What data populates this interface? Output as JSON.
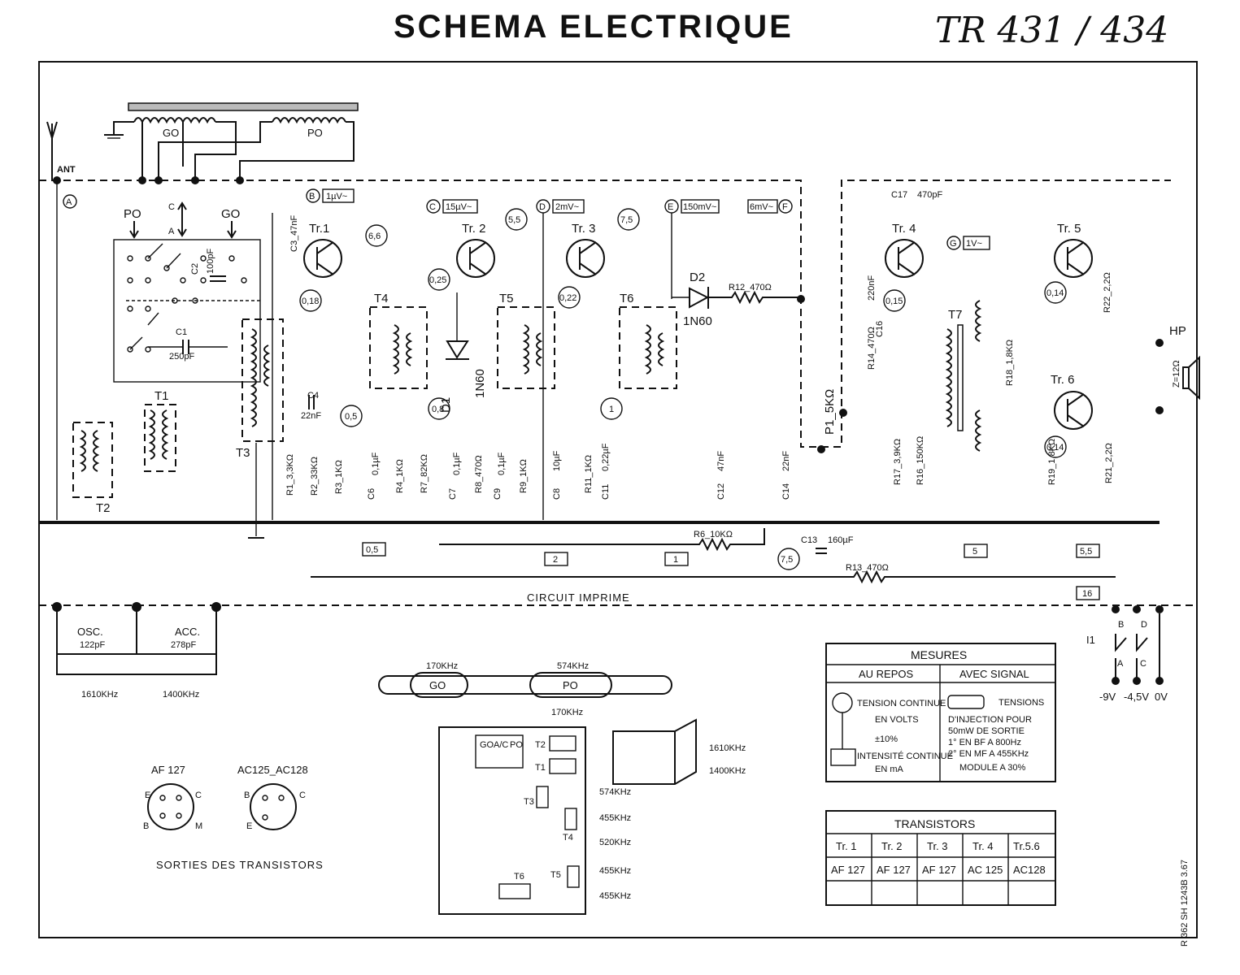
{
  "header": {
    "title": "SCHEMA ELECTRIQUE",
    "model": "TR 431 / 434"
  },
  "antenna": {
    "label": "ANT",
    "ground_label": "GO",
    "po_label": "PO"
  },
  "rod": {
    "go": "GO",
    "po": "PO"
  },
  "switch": {
    "po": "PO",
    "go": "GO",
    "c": "C",
    "a": "A"
  },
  "test_points": [
    {
      "id": "A",
      "label": ""
    },
    {
      "id": "B",
      "label": "1µV~"
    },
    {
      "id": "C",
      "label": "15µV~"
    },
    {
      "id": "D",
      "label": "2mV~"
    },
    {
      "id": "E",
      "label": "150mV~"
    },
    {
      "id": "F",
      "label": "6mV~"
    },
    {
      "id": "G",
      "label": "1V~"
    }
  ],
  "transistors_labels": [
    "Tr.1",
    "Tr. 2",
    "Tr. 3",
    "Tr. 4",
    "Tr. 5",
    "Tr. 6"
  ],
  "transformers": [
    "T1",
    "T2",
    "T3",
    "T4",
    "T5",
    "T6",
    "T7"
  ],
  "voltages_circled": [
    "6,6",
    "0,18",
    "0,5",
    "5,5",
    "0,25",
    "0,8",
    "7,5",
    "0,22",
    "1",
    "0,15",
    "0,14",
    "0,14",
    "7,5"
  ],
  "components": {
    "c1": "C1",
    "c1v": "250pF",
    "c2": "C2",
    "c2v": "100pF",
    "c3": "C3_47nF",
    "c4": "C4",
    "c4v": "22nF",
    "r1": "R1_3,3KΩ",
    "r2": "R2_33KΩ",
    "r3": "R3_1KΩ",
    "c6": "C6",
    "c6v": "0,1µF",
    "r4": "R4_1KΩ",
    "r7": "R7_82KΩ",
    "c7": "C7",
    "c7v": "0,1µF",
    "r8": "R8_470Ω",
    "c9": "C9",
    "c9v": "0,1µF",
    "r9": "R9_1KΩ",
    "c8": "C8",
    "c8v": "10µF",
    "r11": "R11_1KΩ",
    "c11": "C11",
    "c11v": "0,22µF",
    "d1": "D1",
    "d1v": "1N60",
    "d2": "D2",
    "d2v": "1N60",
    "r12": "R12_470Ω",
    "c12": "C12",
    "c12v": "47nF",
    "c14": "C14",
    "c14v": "22nF",
    "p1": "P1_5KΩ",
    "r14": "R14_470Ω",
    "c16": "C16",
    "c16v": "220nF",
    "c17": "C17",
    "c17v": "470pF",
    "r17": "R17_3,9KΩ",
    "r16": "R16_150KΩ",
    "r18": "R18_1,8KΩ",
    "r19": "R19_1,8KΩ",
    "r22": "R22_2,2Ω",
    "r21": "R21_2,2Ω",
    "r6": "R6_10KΩ",
    "c13": "C13",
    "c13v": "160µF",
    "r13": "R13_470Ω",
    "hp": "HP",
    "hpv": "Z=12Ω"
  },
  "bus_boxes": [
    "0,5",
    "2",
    "1",
    "5",
    "5,5",
    "16"
  ],
  "circuit_label": "CIRCUIT IMPRIME",
  "tuning": {
    "osc": "OSC.",
    "osc_v": "122pF",
    "acc": "ACC.",
    "acc_v": "278pF",
    "f1": "1610KHz",
    "f2": "1400KHz"
  },
  "power": {
    "i1": "I1",
    "b": "B",
    "d": "D",
    "a": "A",
    "c": "C",
    "v1": "-9V",
    "v2": "-4,5V",
    "v3": "0V"
  },
  "mesures": {
    "title": "MESURES",
    "col1": "AU REPOS",
    "col2": "AVEC SIGNAL",
    "tension": "TENSION CONTINUE",
    "volts": "EN VOLTS",
    "tol": "±10%",
    "courant": "INTENSITÉ CONTINUE",
    "ma": "EN mA",
    "t1": "TENSIONS",
    "t2": "D'INJECTION POUR",
    "t3": "50mW DE SORTIE",
    "t4": "1° EN BF A 800Hz",
    "t5": "2° EN MF A 455KHz",
    "t6": "MODULE A 30%"
  },
  "transistor_table": {
    "title": "TRANSISTORS",
    "headers": [
      "Tr. 1",
      "Tr. 2",
      "Tr. 3",
      "Tr. 4",
      "Tr.5.6"
    ],
    "values": [
      "AF 127",
      "AF 127",
      "AF 127",
      "AC 125",
      "AC128"
    ]
  },
  "alignment": {
    "go_freq": "170KHz",
    "po_freq": "574KHz",
    "go": "GO",
    "po": "PO",
    "board_labels": [
      "GO",
      "A/C",
      "PO"
    ],
    "t2": "T2",
    "t1": "T1",
    "t3": "T3",
    "t4": "T4",
    "t5": "T5",
    "t6": "T6",
    "f170": "170KHz",
    "f574": "574KHz",
    "f455a": "455KHz",
    "f520": "520KHz",
    "f455b": "455KHz",
    "f455c": "455KHz",
    "v1610": "1610KHz",
    "v1400": "1400KHz"
  },
  "pinouts": {
    "af127": "AF 127",
    "ac": "AC125_AC128",
    "pins1": [
      "E",
      "C",
      "B",
      "M"
    ],
    "pins2": [
      "B",
      "C",
      "E"
    ],
    "caption": "SORTIES DES TRANSISTORS"
  },
  "ref": "R 362  SH 1243B  3.67"
}
